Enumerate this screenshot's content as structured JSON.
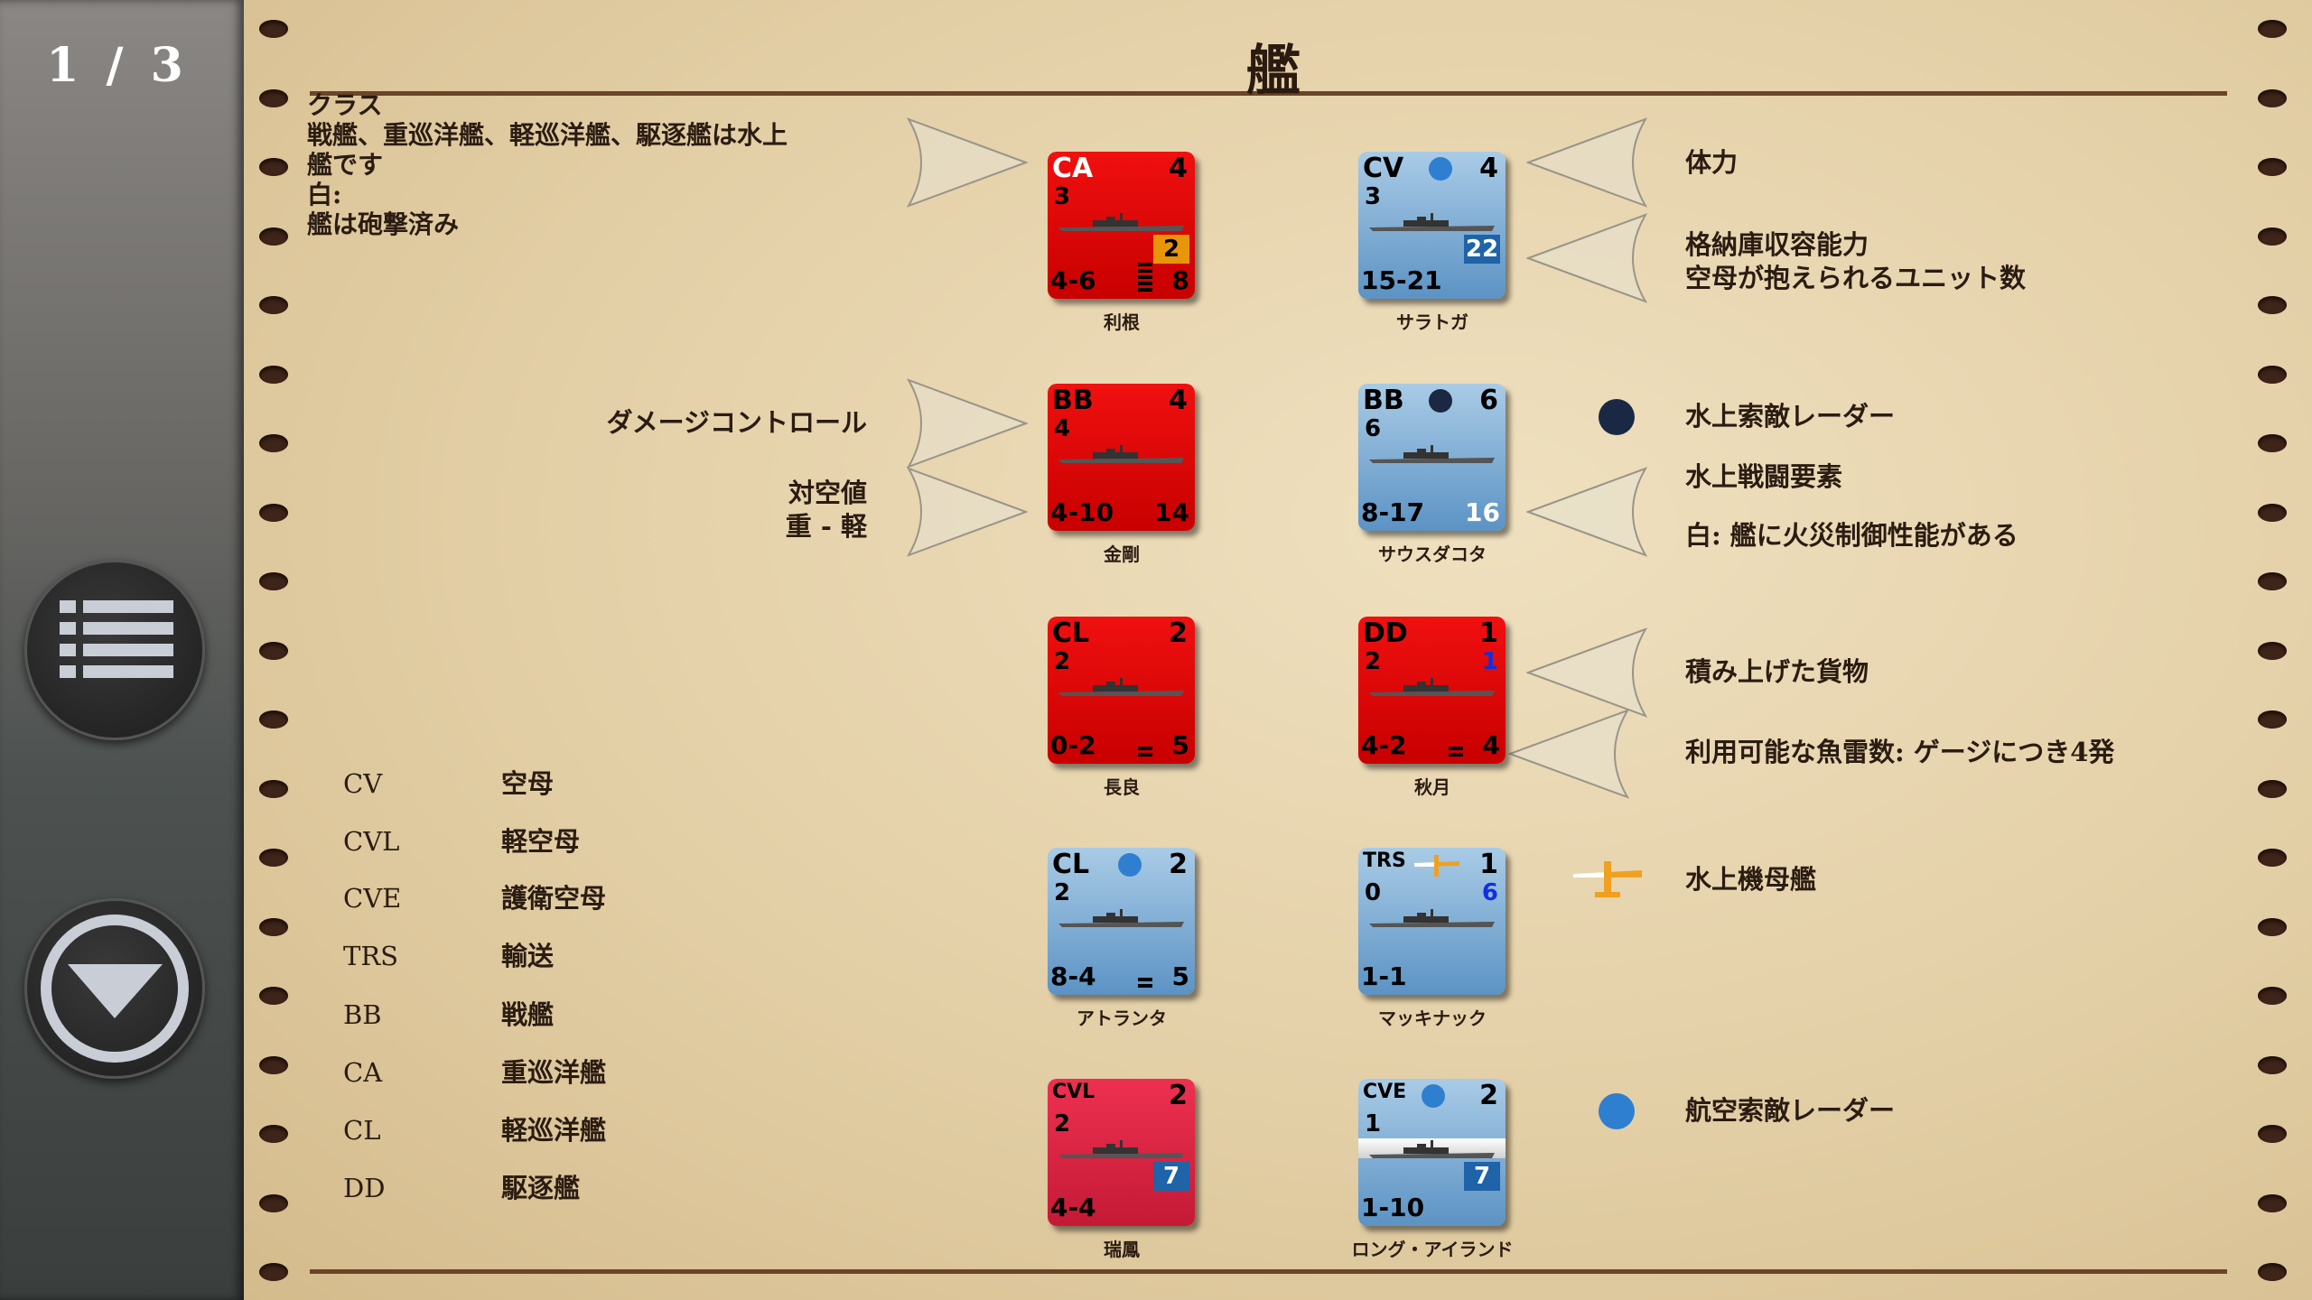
{
  "sidebar": {
    "page_indicator": "1 / 3",
    "menu_icon": "list-icon",
    "next_icon": "chevron-down-circle-icon"
  },
  "title": "艦",
  "intro": [
    "クラス",
    "戦艦、重巡洋艦、軽巡洋艦、駆逐艦は水上",
    "艦です",
    "白:",
    "艦は砲撃済み"
  ],
  "left_labels": {
    "damage_control": "ダメージコントロール",
    "aa_value": "対空値",
    "aa_sub": "重 - 軽"
  },
  "classes": [
    {
      "abbr": "CV",
      "name": "空母"
    },
    {
      "abbr": "CVL",
      "name": "軽空母"
    },
    {
      "abbr": "CVE",
      "name": "護衛空母"
    },
    {
      "abbr": "TRS",
      "name": "輸送"
    },
    {
      "abbr": "BB",
      "name": "戦艦"
    },
    {
      "abbr": "CA",
      "name": "重巡洋艦"
    },
    {
      "abbr": "CL",
      "name": "軽巡洋艦"
    },
    {
      "abbr": "DD",
      "name": "駆逐艦"
    }
  ],
  "right_labels": {
    "hp": "体力",
    "hangar": "格納庫収容能力",
    "hangar_sub": "空母が抱えられるユニット数",
    "surface_radar": "水上索敵レーダー",
    "surface_combat": "水上戦闘要素",
    "fire_control": "白: 艦に火災制御性能がある",
    "cargo": "積み上げた貨物",
    "torpedoes": "利用可能な魚雷数: ゲージにつき4発",
    "seaplane_tender": "水上機母艦",
    "air_radar": "航空索敵レーダー"
  },
  "colors": {
    "surface_radar": "#1a2844",
    "air_radar": "#2f7fd0",
    "badge_orange": "#e8950a",
    "badge_blue": "#1f63a8",
    "japan": "#e00000",
    "us": "#7fb0d8"
  },
  "counters": [
    {
      "type": "CA",
      "type_white": true,
      "tl2": "3",
      "tr": "4",
      "bl": "4-6",
      "br": "8",
      "badge": "2",
      "badge_color": "orange",
      "stack": 5,
      "name": "利根",
      "side": "red"
    },
    {
      "type": "CV",
      "tl2": "3",
      "tr": "4",
      "bl": "15-21",
      "br": "",
      "badge": "22",
      "badge_color": "blue",
      "dot": "air",
      "name": "サラトガ",
      "side": "blue"
    },
    {
      "type": "BB",
      "tl2": "4",
      "tr": "4",
      "bl": "4-10",
      "br": "14",
      "name": "金剛",
      "side": "red"
    },
    {
      "type": "BB",
      "tl2": "6",
      "tr": "6",
      "bl": "8-17",
      "br": "16",
      "br_white": true,
      "dot": "surface",
      "name": "サウスダコタ",
      "side": "blue"
    },
    {
      "type": "CL",
      "tl2": "2",
      "tr": "2",
      "bl": "0-2",
      "br": "5",
      "stack": 2,
      "name": "長良",
      "side": "red"
    },
    {
      "type": "DD",
      "tl2": "2",
      "tr": "1",
      "tr2": "1",
      "bl": "4-2",
      "br": "4",
      "stack": 2,
      "name": "秋月",
      "side": "red"
    },
    {
      "type": "CL",
      "tl2": "2",
      "tr": "2",
      "bl": "8-4",
      "br": "5",
      "stack": 2,
      "dot": "air",
      "name": "アトランタ",
      "side": "blue"
    },
    {
      "type": "TRS",
      "tl2": "0",
      "tr": "1",
      "tr2": "6",
      "bl": "1-1",
      "br": "",
      "plane": true,
      "name": "マッキナック",
      "side": "blue"
    },
    {
      "type": "CVL",
      "tl2": "2",
      "tr": "2",
      "bl": "4-4",
      "br": "",
      "badge": "7",
      "badge_color": "blue",
      "name": "瑞鳳",
      "side": "crimson"
    },
    {
      "type": "CVE",
      "tl2": "1",
      "tr": "2",
      "bl": "1-10",
      "br": "",
      "badge": "7",
      "badge_color": "blue",
      "dot": "air",
      "name": "ロング・アイランド",
      "side": "blue"
    }
  ]
}
